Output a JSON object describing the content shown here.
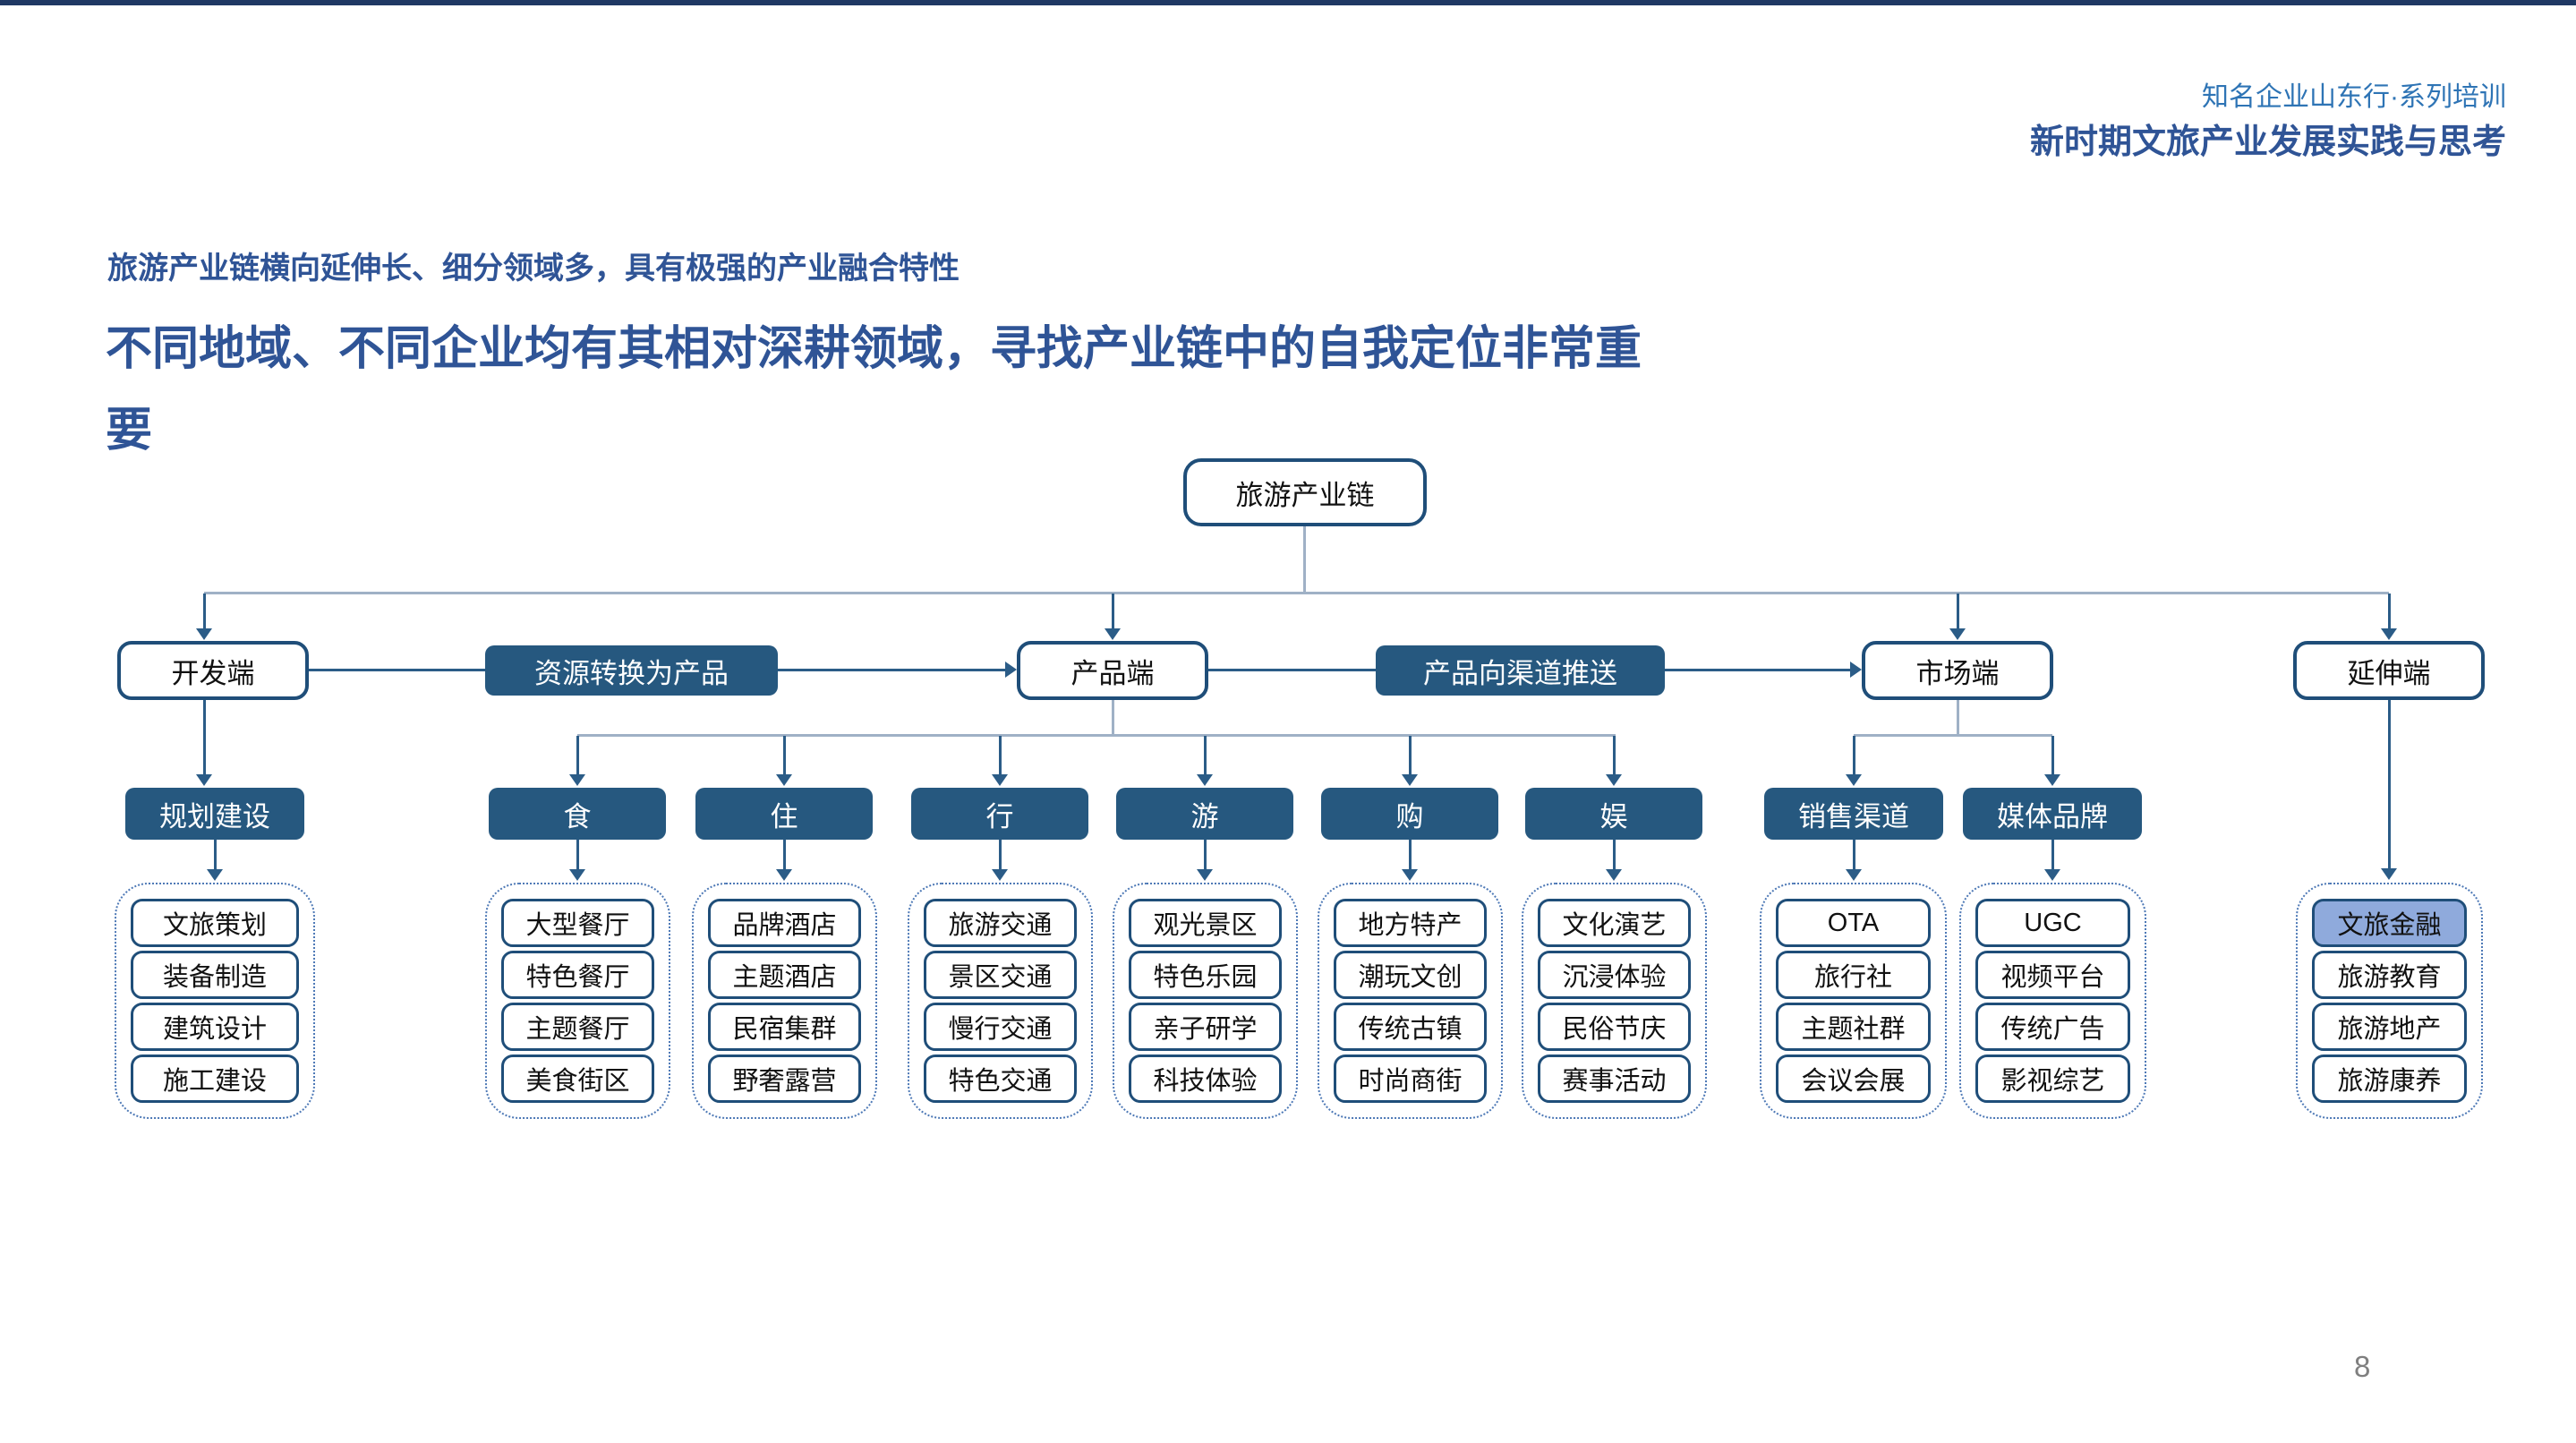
{
  "header": {
    "line1": "知名企业山东行·系列培训",
    "line2": "新时期文旅产业发展实践与思考"
  },
  "titles": {
    "subtitle": "旅游产业链横向延伸长、细分领域多，具有极强的产业融合特性",
    "main_line1": "不同地域、不同企业均有其相对深耕领域，寻找产业链中的自我定位非常重",
    "main_line2": "要"
  },
  "page_number": "8",
  "colors": {
    "border_dark_blue": "#1f4e79",
    "filled_box_blue": "#26587f",
    "highlight_light_blue": "#8faadc",
    "title_blue": "#2f5496",
    "header_light_blue": "#2e74b5",
    "connector_light": "#9fb1c6",
    "connector_dark": "#2b5c87",
    "page_number_gray": "#7f7f7f"
  },
  "diagram": {
    "root_label": "旅游产业链",
    "stages": {
      "development": "开发端",
      "product": "产品端",
      "market": "市场端",
      "extension": "延伸端"
    },
    "flow_labels": {
      "resource_to_product": "资源转换为产品",
      "product_to_channel": "产品向渠道推送"
    },
    "groups": [
      {
        "header": "规划建设",
        "items": [
          "文旅策划",
          "装备制造",
          "建筑设计",
          "施工建设"
        ]
      },
      {
        "header": "食",
        "items": [
          "大型餐厅",
          "特色餐厅",
          "主题餐厅",
          "美食街区"
        ]
      },
      {
        "header": "住",
        "items": [
          "品牌酒店",
          "主题酒店",
          "民宿集群",
          "野奢露营"
        ]
      },
      {
        "header": "行",
        "items": [
          "旅游交通",
          "景区交通",
          "慢行交通",
          "特色交通"
        ]
      },
      {
        "header": "游",
        "items": [
          "观光景区",
          "特色乐园",
          "亲子研学",
          "科技体验"
        ]
      },
      {
        "header": "购",
        "items": [
          "地方特产",
          "潮玩文创",
          "传统古镇",
          "时尚商街"
        ]
      },
      {
        "header": "娱",
        "items": [
          "文化演艺",
          "沉浸体验",
          "民俗节庆",
          "赛事活动"
        ]
      },
      {
        "header": "销售渠道",
        "items": [
          "OTA",
          "旅行社",
          "主题社群",
          "会议会展"
        ]
      },
      {
        "header": "媒体品牌",
        "items": [
          "UGC",
          "视频平台",
          "传统广告",
          "影视综艺"
        ]
      },
      {
        "header": "",
        "items": [
          "文旅金融",
          "旅游教育",
          "旅游地产",
          "旅游康养"
        ],
        "highlighted_item": "文旅金融"
      }
    ]
  }
}
